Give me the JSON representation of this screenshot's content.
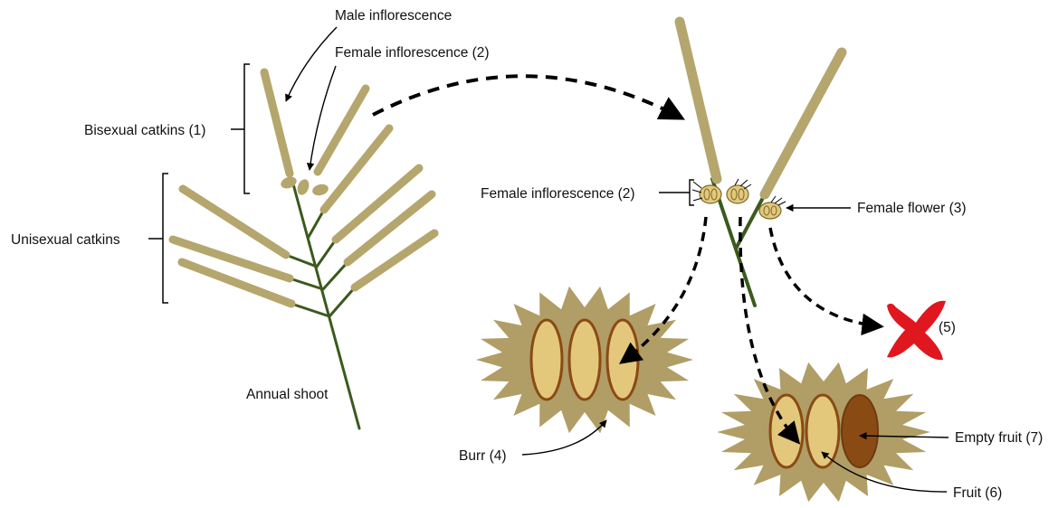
{
  "labels": {
    "male_inflorescence": "Male inflorescence",
    "female_inflorescence_top": "Female inflorescence (2)",
    "bisexual_catkins": "Bisexual catkins (1)",
    "unisexual_catkins": "Unisexual catkins",
    "annual_shoot": "Annual shoot",
    "female_inflorescence_right": "Female inflorescence (2)",
    "female_flower": "Female flower (3)",
    "aborted": "(5)",
    "burr": "Burr (4)",
    "empty_fruit": "Empty fruit (7)",
    "fruit": "Fruit (6)"
  },
  "colors": {
    "catkin": "#b5a66e",
    "stem": "#3b5a1e",
    "burr_fill": "#b09e66",
    "fruit_fill": "#e3c87b",
    "fruit_outline": "#8a4a14",
    "empty_fruit": "#8a4a14",
    "cross": "#e0171e",
    "arrow": "#000000"
  },
  "icons": {
    "aborted_marker": "red-cross-icon"
  }
}
